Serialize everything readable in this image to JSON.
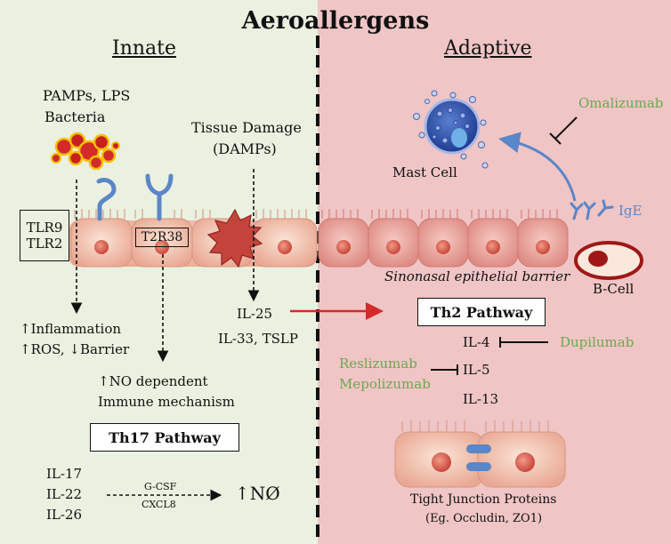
{
  "title": "Aeroallergens",
  "innate": {
    "heading": "Innate",
    "pamps": [
      "PAMPs, LPS",
      "Bacteria"
    ],
    "tissue_damage": [
      "Tissue Damage",
      "(DAMPs)"
    ],
    "tlr": [
      "TLR9",
      "TLR2"
    ],
    "t2r38": "T2R38",
    "inflammation": [
      "↑Inflammation",
      "↑ROS, ↓Barrier"
    ],
    "no_dependent": [
      "↑NO dependent",
      "Immune mechanism"
    ],
    "cytokines_left": [
      "IL-25",
      "IL-33, TSLP"
    ],
    "th17": "Th17 Pathway",
    "th17_cytokines": [
      "IL-17",
      "IL-22",
      "IL-26"
    ],
    "gcsf": "G-CSF",
    "cxcl8": "CXCL8",
    "no_result": "↑NØ"
  },
  "adaptive": {
    "heading": "Adaptive",
    "omalizumab": "Omalizumab",
    "mast_cell": "Mast Cell",
    "ige": "IgE",
    "barrier": "Sinonasal epithelial barrier",
    "bcell": "B-Cell",
    "th2": "Th2 Pathway",
    "il4": "IL-4",
    "il5": "IL-5",
    "il13": "IL-13",
    "dupilumab": "Dupilumab",
    "reslizumab": "Reslizumab",
    "mepolizumab": "Mepolizumab",
    "tight_junction": "Tight Junction Proteins",
    "tight_junction_eg": "(Eg. Occludin, ZO1)"
  },
  "colors": {
    "left_bg": "#eaf1e0",
    "right_bg": "#f0c5c5",
    "drug_green": "#6aa84f",
    "receptor_blue": "#5b86c8",
    "arrow_red": "#d42a2a"
  }
}
